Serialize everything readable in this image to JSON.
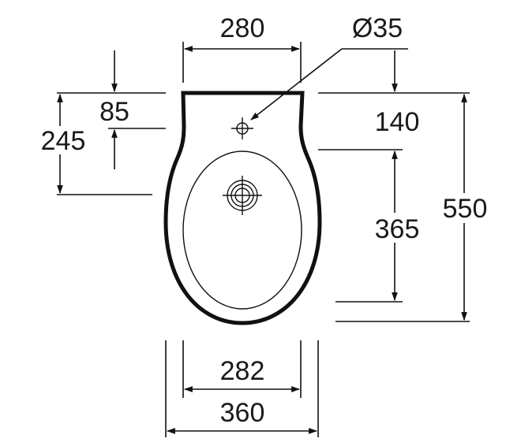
{
  "dimensions": {
    "top_width": "280",
    "hole_diameter": "Ø35",
    "left_small": "85",
    "left_large": "245",
    "right_top": "140",
    "right_middle": "365",
    "right_total": "550",
    "bottom_inner": "282",
    "bottom_outer": "360"
  }
}
